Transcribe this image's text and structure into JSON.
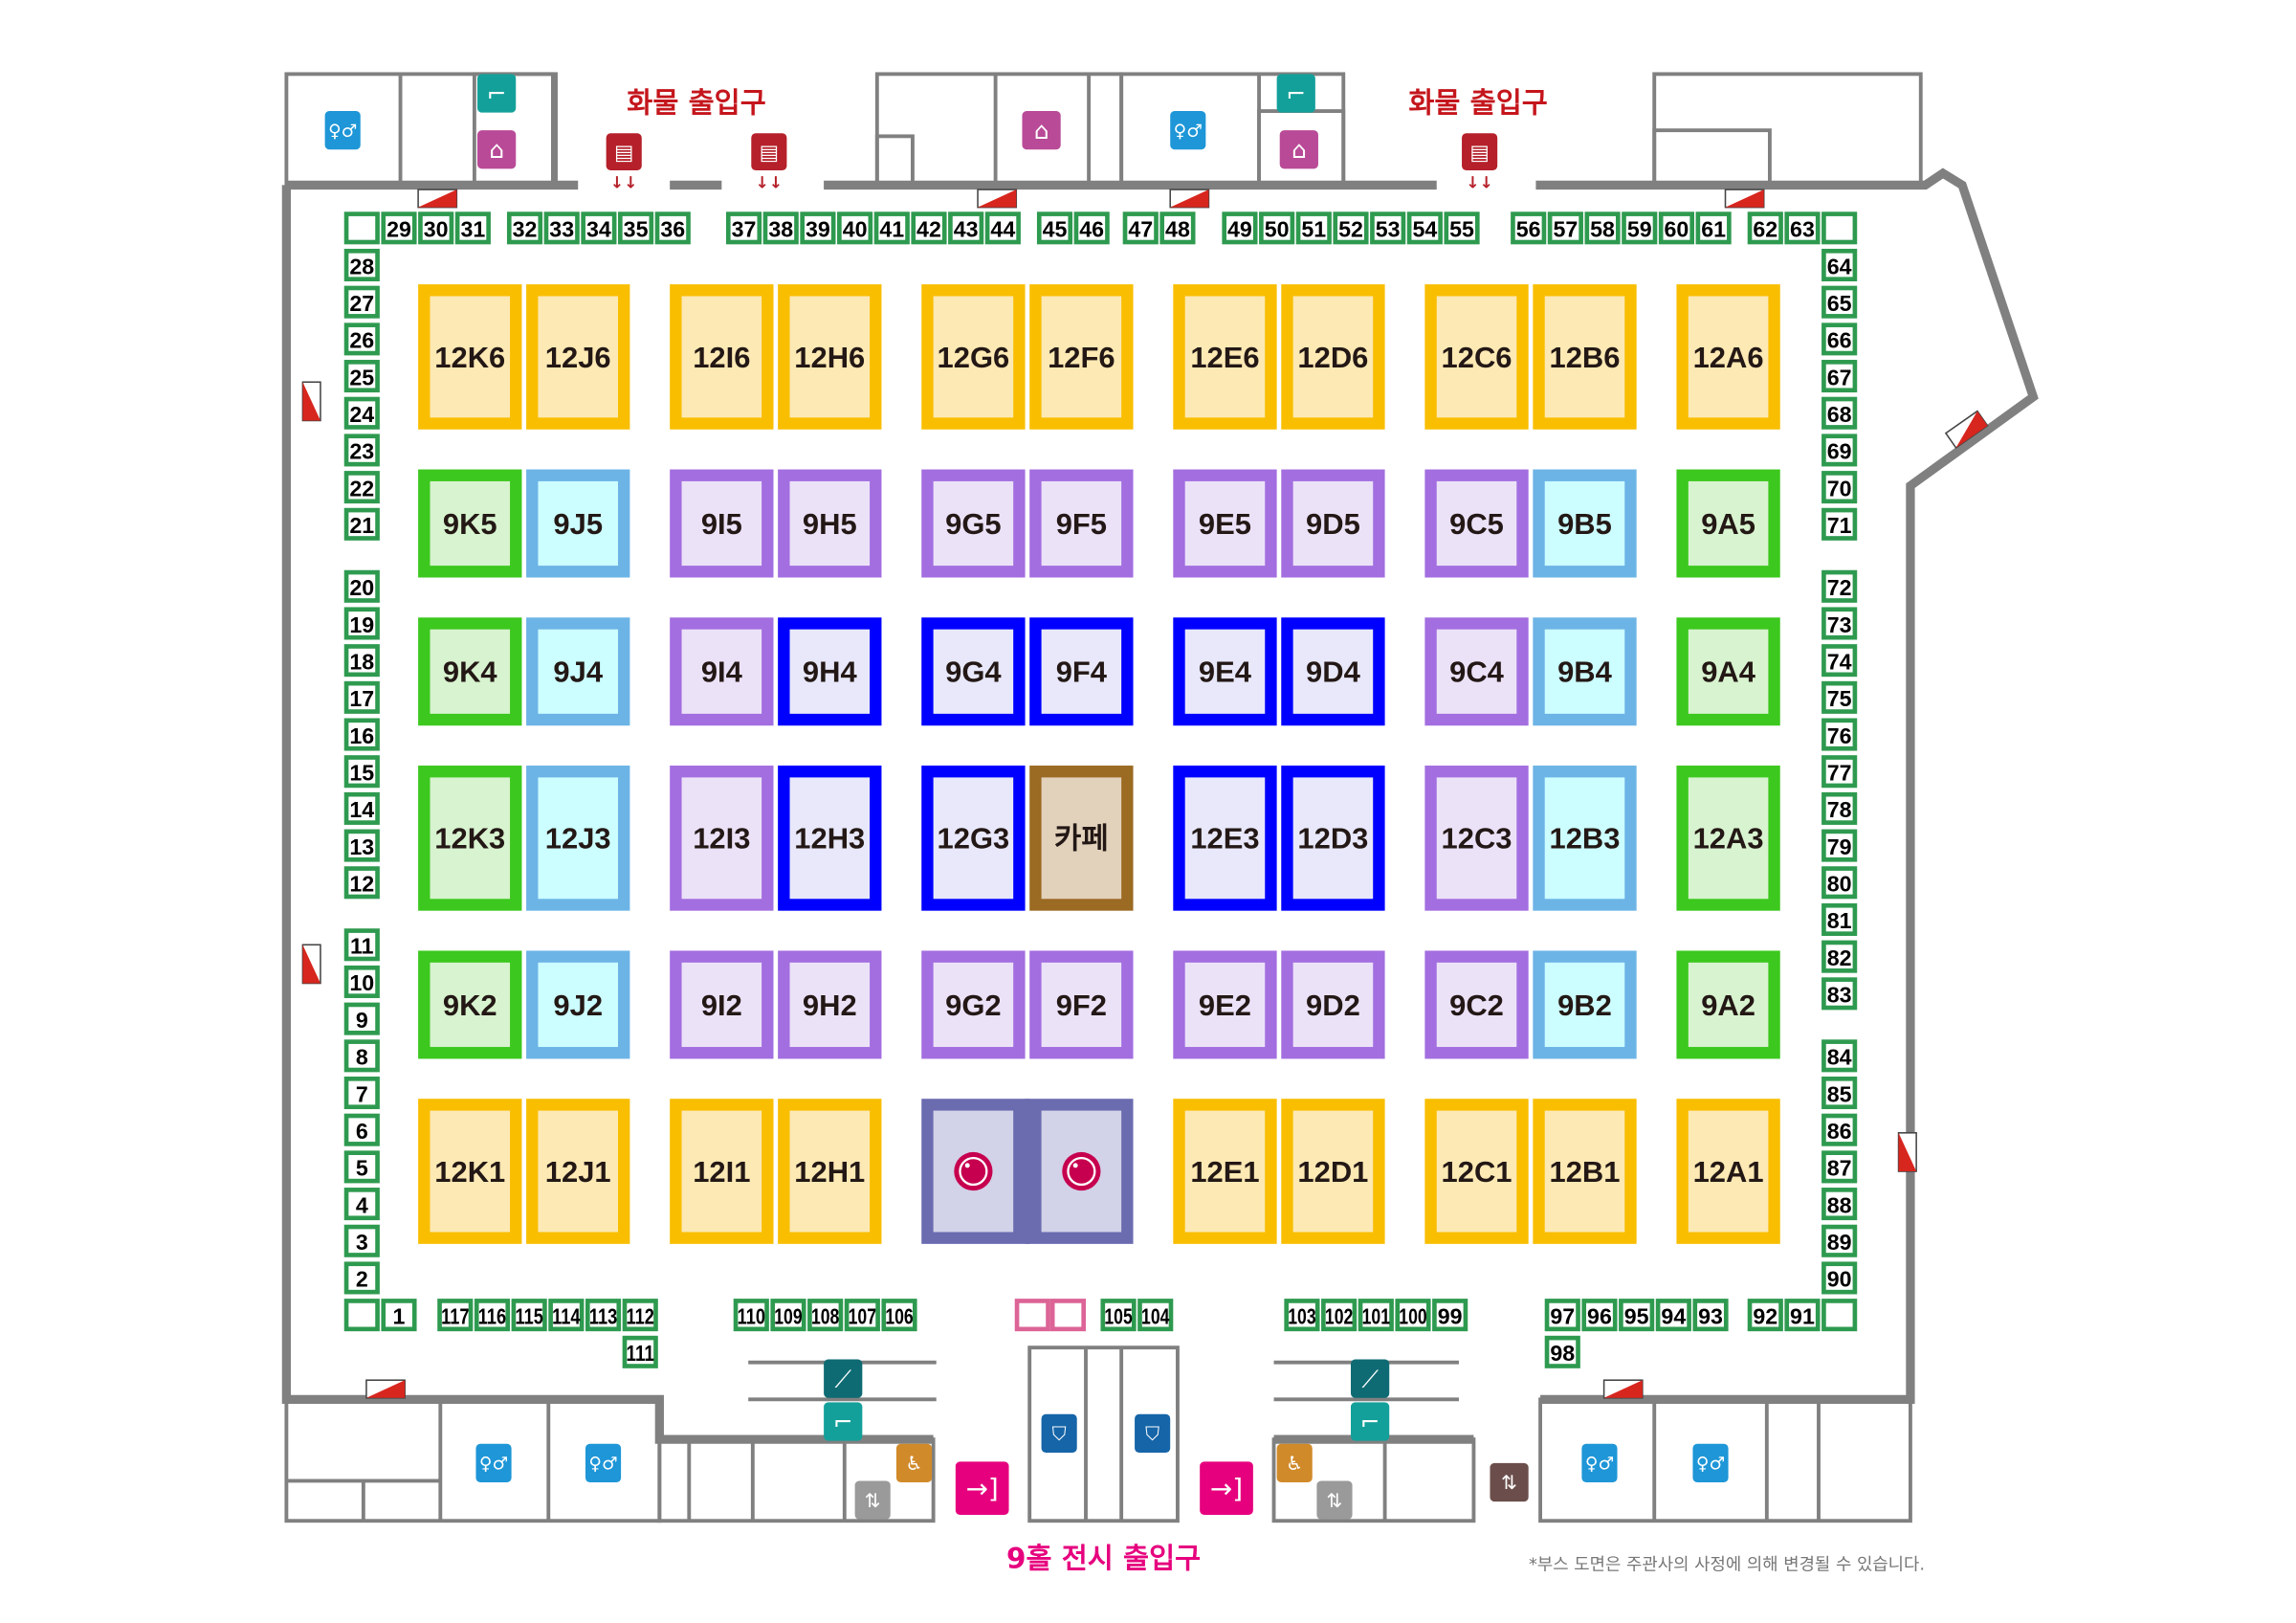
{
  "labels": {
    "cargo_entrance_left": "화물 출입구",
    "cargo_entrance_right": "화물 출입구",
    "hall_entrance": "9홀 전시 출입구",
    "footnote": "*부스 도면은 주관사의 사정에 의해 변경될 수 있습니다."
  },
  "colors": {
    "wall": "#808080",
    "small_booth": "#2e9a4f",
    "cargo_red": "#c4161c",
    "entrance_magenta": "#e6007e",
    "yellow": {
      "stroke": "#f9be00",
      "fill": "#fde9b4"
    },
    "green": {
      "stroke": "#3cc81e",
      "fill": "#d8f3cf"
    },
    "cyan": {
      "stroke": "#6cb4e6",
      "fill": "#ccfdff"
    },
    "purple": {
      "stroke": "#a36ee0",
      "fill": "#ebe2f8"
    },
    "blue": {
      "stroke": "#0000ff",
      "fill": "#e8e8fa"
    },
    "cafe": {
      "stroke": "#9b6a23",
      "fill": "#e2d2bc"
    },
    "lg": {
      "stroke": "#6b6bb0",
      "fill": "#d2d2e8",
      "logo": "#c6004f"
    }
  },
  "booth_rows": [
    {
      "row": "6",
      "booths": [
        {
          "label": "12K6",
          "type": "yellow"
        },
        {
          "label": "12J6",
          "type": "yellow"
        },
        {
          "label": "12I6",
          "type": "yellow"
        },
        {
          "label": "12H6",
          "type": "yellow"
        },
        {
          "label": "12G6",
          "type": "yellow"
        },
        {
          "label": "12F6",
          "type": "yellow"
        },
        {
          "label": "12E6",
          "type": "yellow"
        },
        {
          "label": "12D6",
          "type": "yellow"
        },
        {
          "label": "12C6",
          "type": "yellow"
        },
        {
          "label": "12B6",
          "type": "yellow"
        },
        {
          "label": "12A6",
          "type": "yellow"
        }
      ]
    },
    {
      "row": "5",
      "booths": [
        {
          "label": "9K5",
          "type": "green"
        },
        {
          "label": "9J5",
          "type": "cyan"
        },
        {
          "label": "9I5",
          "type": "purple"
        },
        {
          "label": "9H5",
          "type": "purple"
        },
        {
          "label": "9G5",
          "type": "purple"
        },
        {
          "label": "9F5",
          "type": "purple"
        },
        {
          "label": "9E5",
          "type": "purple"
        },
        {
          "label": "9D5",
          "type": "purple"
        },
        {
          "label": "9C5",
          "type": "purple"
        },
        {
          "label": "9B5",
          "type": "cyan"
        },
        {
          "label": "9A5",
          "type": "green"
        }
      ]
    },
    {
      "row": "4",
      "booths": [
        {
          "label": "9K4",
          "type": "green"
        },
        {
          "label": "9J4",
          "type": "cyan"
        },
        {
          "label": "9I4",
          "type": "purple"
        },
        {
          "label": "9H4",
          "type": "blue"
        },
        {
          "label": "9G4",
          "type": "blue"
        },
        {
          "label": "9F4",
          "type": "blue"
        },
        {
          "label": "9E4",
          "type": "blue"
        },
        {
          "label": "9D4",
          "type": "blue"
        },
        {
          "label": "9C4",
          "type": "purple"
        },
        {
          "label": "9B4",
          "type": "cyan"
        },
        {
          "label": "9A4",
          "type": "green"
        }
      ]
    },
    {
      "row": "3",
      "booths": [
        {
          "label": "12K3",
          "type": "green"
        },
        {
          "label": "12J3",
          "type": "cyan"
        },
        {
          "label": "12I3",
          "type": "purple"
        },
        {
          "label": "12H3",
          "type": "blue"
        },
        {
          "label": "12G3",
          "type": "blue"
        },
        {
          "label": "카페",
          "type": "cafe"
        },
        {
          "label": "12E3",
          "type": "blue"
        },
        {
          "label": "12D3",
          "type": "blue"
        },
        {
          "label": "12C3",
          "type": "purple"
        },
        {
          "label": "12B3",
          "type": "cyan"
        },
        {
          "label": "12A3",
          "type": "green"
        }
      ]
    },
    {
      "row": "2",
      "booths": [
        {
          "label": "9K2",
          "type": "green"
        },
        {
          "label": "9J2",
          "type": "cyan"
        },
        {
          "label": "9I2",
          "type": "purple"
        },
        {
          "label": "9H2",
          "type": "purple"
        },
        {
          "label": "9G2",
          "type": "purple"
        },
        {
          "label": "9F2",
          "type": "purple"
        },
        {
          "label": "9E2",
          "type": "purple"
        },
        {
          "label": "9D2",
          "type": "purple"
        },
        {
          "label": "9C2",
          "type": "purple"
        },
        {
          "label": "9B2",
          "type": "cyan"
        },
        {
          "label": "9A2",
          "type": "green"
        }
      ]
    },
    {
      "row": "1",
      "booths": [
        {
          "label": "12K1",
          "type": "yellow"
        },
        {
          "label": "12J1",
          "type": "yellow"
        },
        {
          "label": "12I1",
          "type": "yellow"
        },
        {
          "label": "12H1",
          "type": "yellow"
        },
        {
          "label": "",
          "type": "lg"
        },
        {
          "label": "",
          "type": "lg"
        },
        {
          "label": "12E1",
          "type": "yellow"
        },
        {
          "label": "12D1",
          "type": "yellow"
        },
        {
          "label": "12C1",
          "type": "yellow"
        },
        {
          "label": "12B1",
          "type": "yellow"
        },
        {
          "label": "12A1",
          "type": "yellow"
        }
      ]
    }
  ],
  "small_booths": {
    "top1": [
      "",
      "29",
      "30",
      "31"
    ],
    "top2": [
      "32",
      "33",
      "34",
      "35",
      "36"
    ],
    "top3": [
      "37",
      "38",
      "39",
      "40",
      "41",
      "42",
      "43",
      "44"
    ],
    "top4": [
      "45",
      "46"
    ],
    "top5": [
      "47",
      "48"
    ],
    "top6": [
      "49",
      "50",
      "51",
      "52",
      "53",
      "54",
      "55"
    ],
    "top7": [
      "56",
      "57",
      "58",
      "59",
      "60",
      "61"
    ],
    "top8": [
      "62",
      "63",
      ""
    ],
    "left1": [
      "28",
      "27",
      "26",
      "25",
      "24",
      "23",
      "22",
      "21"
    ],
    "left2": [
      "20",
      "19",
      "18",
      "17",
      "16",
      "15",
      "14",
      "13",
      "12"
    ],
    "left3": [
      "11",
      "10",
      "9",
      "8",
      "7",
      "6",
      "5",
      "4",
      "3",
      "2"
    ],
    "bottom1": [
      "",
      "1"
    ],
    "bottom2": [
      "117",
      "116",
      "115",
      "114",
      "113",
      "112"
    ],
    "bottom2b": [
      "111"
    ],
    "bottom3": [
      "110",
      "109",
      "108",
      "107",
      "106"
    ],
    "bottom4": [
      "105",
      "104"
    ],
    "bottom5": [
      "103",
      "102",
      "101",
      "100",
      "99"
    ],
    "bottom6": [
      "97",
      "96",
      "95",
      "94",
      "93"
    ],
    "bottom6b": [
      "98"
    ],
    "bottom7": [
      "92",
      "91",
      ""
    ],
    "right1": [
      "64",
      "65",
      "66",
      "67",
      "68",
      "69",
      "70",
      "71"
    ],
    "right2": [
      "72",
      "73",
      "74",
      "75",
      "76",
      "77",
      "78",
      "79",
      "80",
      "81",
      "82",
      "83"
    ],
    "right3": [
      "84",
      "85",
      "86",
      "87",
      "88",
      "89",
      "90"
    ]
  },
  "icons": {
    "restroom": "restroom-icon",
    "meeting": "lounge-icon",
    "stairs": "stairs-icon",
    "escalator": "escalator-icon",
    "truck": "cargo-truck-icon",
    "elevator_accessible": "accessible-elevator-icon",
    "elevator": "elevator-icon",
    "freight_elevator": "freight-elevator-icon",
    "meeting_room": "meeting-room-icon",
    "exit": "entrance-icon",
    "extinguisher": "fire-extinguisher-icon"
  }
}
